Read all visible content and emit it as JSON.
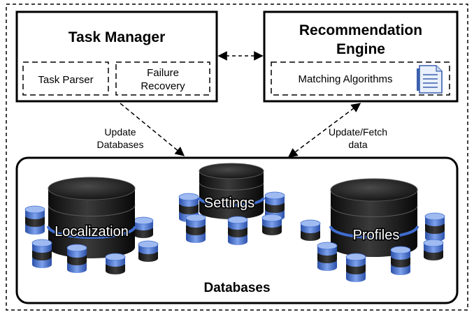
{
  "task_manager": {
    "title": "Task Manager",
    "components": [
      {
        "lines": [
          "Task Parser"
        ]
      },
      {
        "lines": [
          "Failure",
          "Recovery"
        ]
      }
    ]
  },
  "recommendation_engine": {
    "title_lines": [
      "Recommendation",
      "Engine"
    ],
    "component": "Matching Algorithms",
    "component_icon": "document-icon"
  },
  "links": {
    "left_label_lines": [
      "Update",
      "Databases"
    ],
    "right_label_lines": [
      "Update/Fetch",
      "data"
    ]
  },
  "databases": {
    "title": "Databases",
    "stores": [
      "Localization",
      "Settings",
      "Profiles"
    ]
  },
  "colors": {
    "accent_blue": "#3f6ccf",
    "cylinder_dark": "#1a1a1a"
  }
}
